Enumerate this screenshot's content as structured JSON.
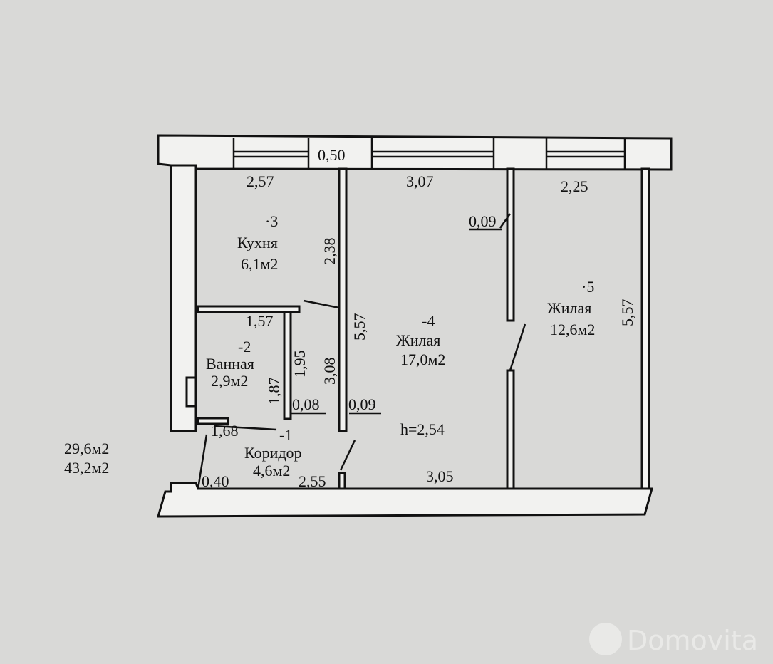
{
  "plan": {
    "rooms": [
      {
        "number": "-1",
        "name": "Коридор",
        "area": "4,6м2"
      },
      {
        "number": "-2",
        "name": "Ванная",
        "area": "2,9м2"
      },
      {
        "number": "·3",
        "name": "Кухня",
        "area": "6,1м2"
      },
      {
        "number": "-4",
        "name": "Жилая",
        "area": "17,0м2"
      },
      {
        "number": "·5",
        "name": "Жилая",
        "area": "12,6м2"
      }
    ],
    "dimensions": {
      "pier_top": "0,50",
      "kitchen_width": "2,57",
      "room4_width_top": "3,07",
      "room5_width_top": "2,25",
      "partition_room5": "0,09",
      "kitchen_length": "2,38",
      "room4_length": "5,57",
      "room5_length": "5,57",
      "bath_width": "1,57",
      "bath_length_right": "1,95",
      "bath_length_left": "1,87",
      "corridor_length": "3,08",
      "bath_wall": "0,08",
      "corridor_wall": "0,09",
      "corridor_width": "1,68",
      "entrance_wall": "0,40",
      "corridor_bottom": "2,55",
      "room4_width_bottom": "3,05",
      "ceiling_height": "h=2,54"
    },
    "totals": {
      "living_area": "29,6м2",
      "total_area": "43,2м2"
    }
  },
  "watermark": {
    "brand": "Domovita"
  }
}
